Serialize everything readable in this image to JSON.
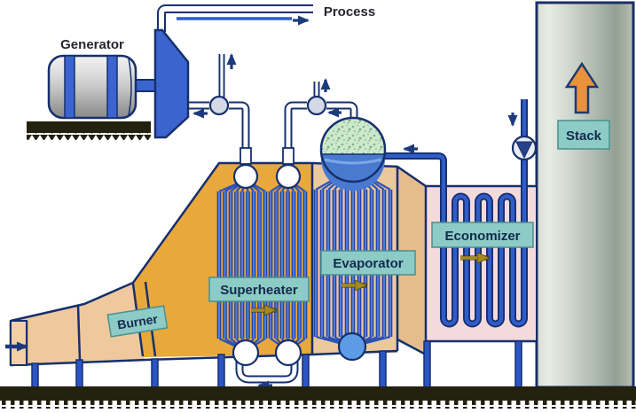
{
  "labels": {
    "generator": "Generator",
    "process": "Process",
    "burner": "Burner",
    "superheater": "Superheater",
    "evaporator": "Evaporator",
    "economizer": "Economizer",
    "stack": "Stack"
  },
  "colors": {
    "furnace_orange": "#e9a83c",
    "duct_tan": "#efc99d",
    "evaporator_tan": "#ecc89e",
    "economizer_pink": "#f5dadc",
    "badge_teal": "#8ccbc6",
    "stack_arrow_orange": "#e8923b",
    "machine_blue": "#3c64cf",
    "water_blue": "#4a7ad0",
    "steam_green": "#cfe8cc",
    "ground_dark": "#23210f",
    "pipe_blue": "#2f5cc8",
    "pipe_outline": "#16306e",
    "flow_arrow_gold": "#a5891f",
    "arrow_navy": "#1c3a7c"
  },
  "arrows": {
    "flue_gas_inlet": "right",
    "process_steam": "right",
    "superheater_gas": "right",
    "evaporator_gas": "right",
    "economizer_gas": "right",
    "stack_exhaust": "up",
    "feedwater": "down",
    "steam_to_turbine": "left",
    "drum_feed": "left",
    "valve_vents": "up",
    "superheater_loop": "left"
  }
}
